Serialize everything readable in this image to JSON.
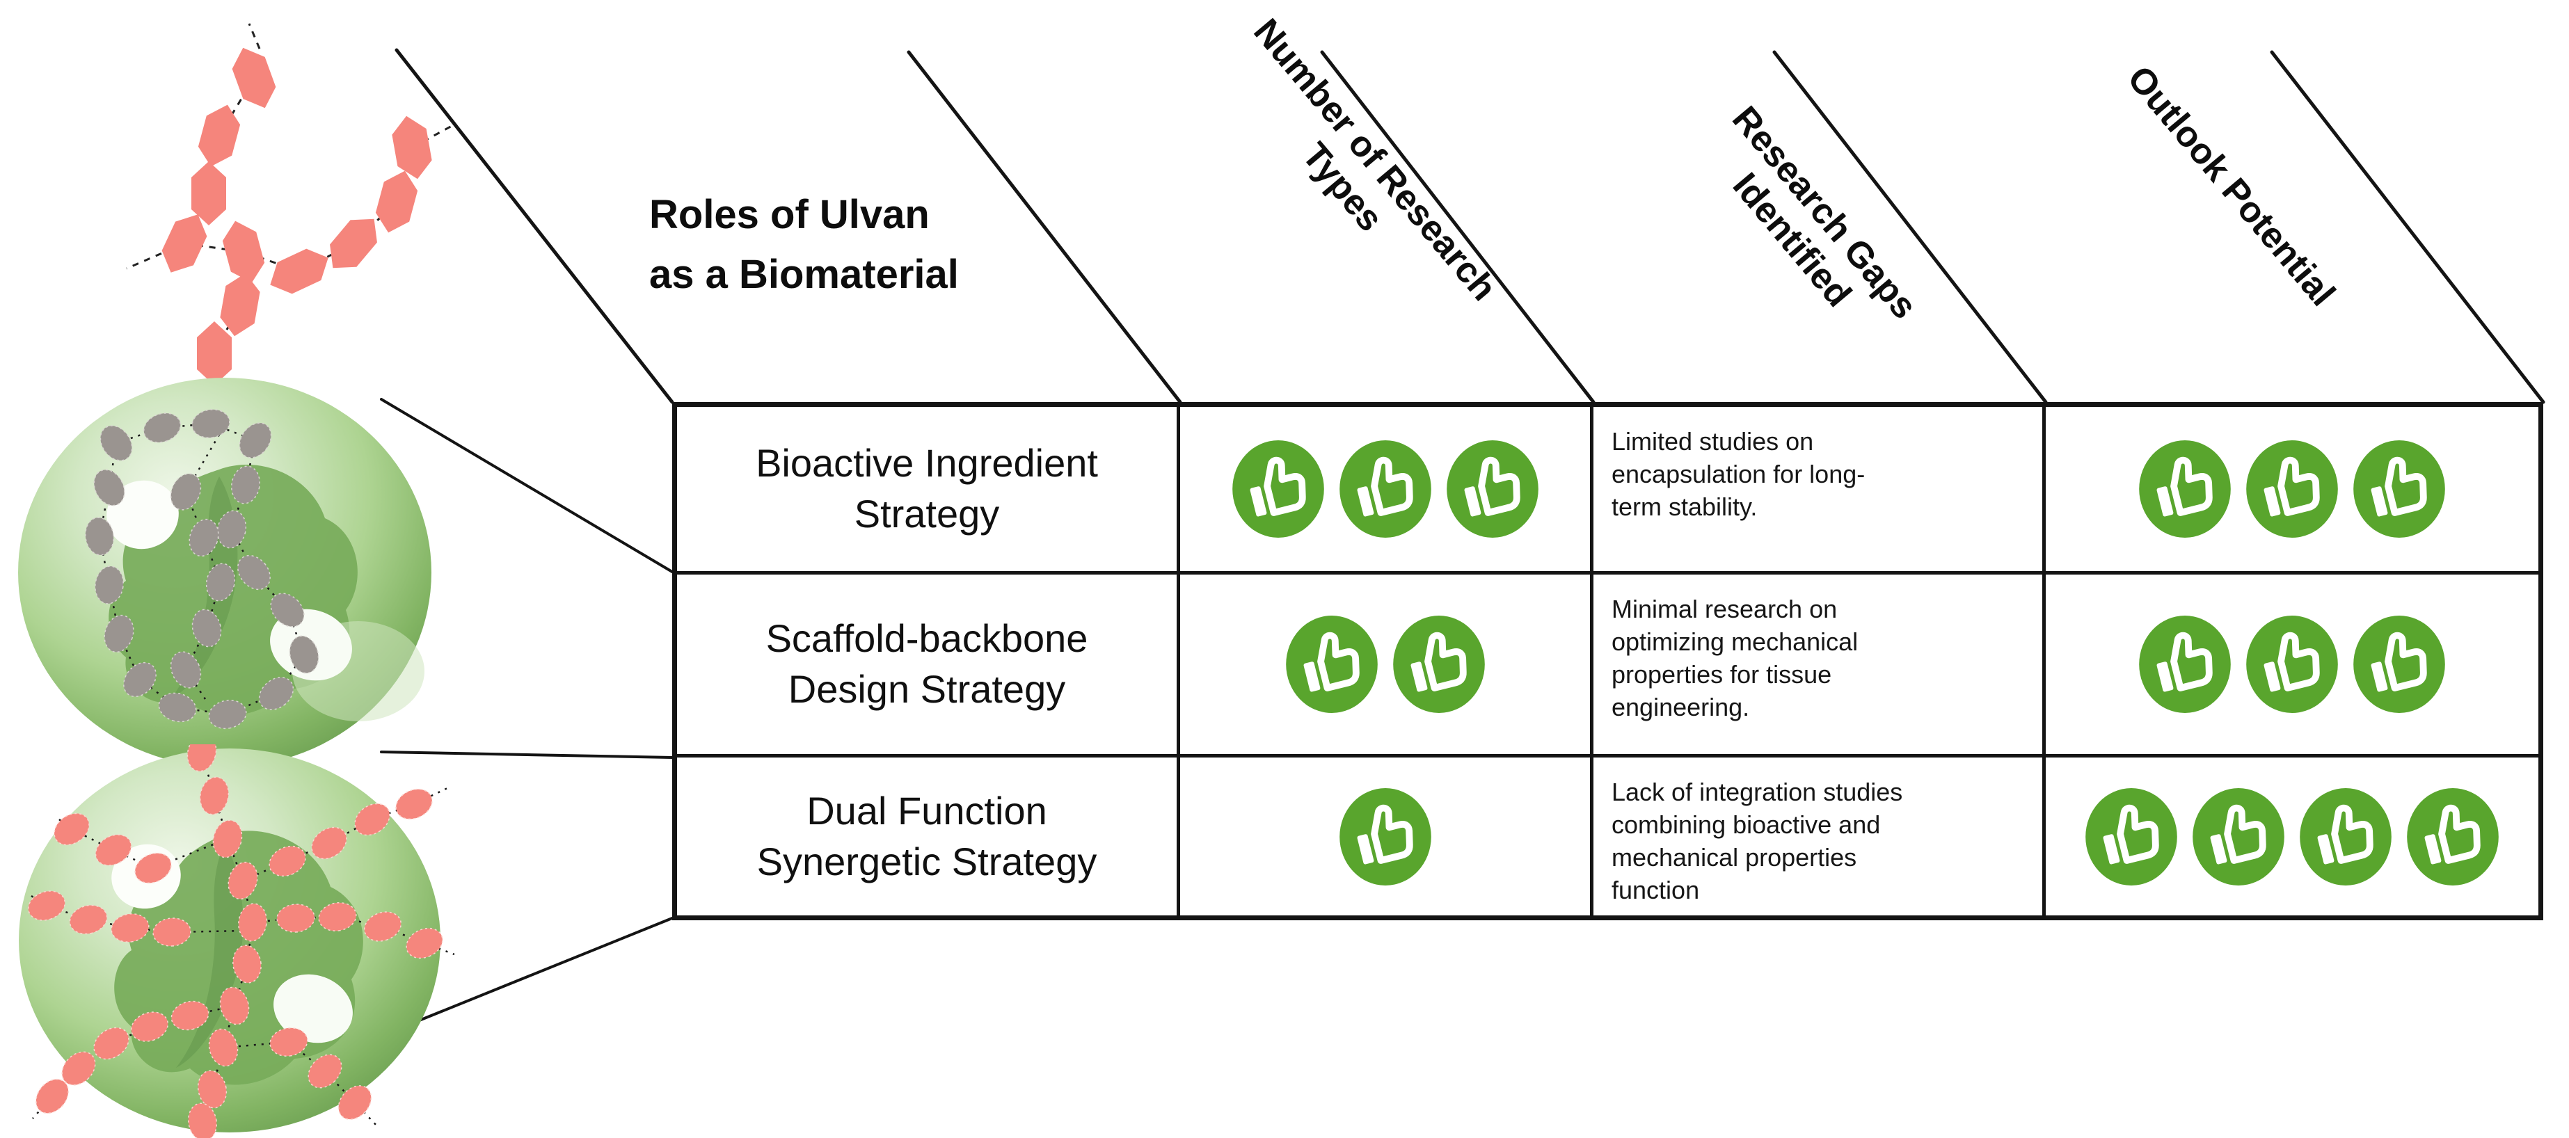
{
  "title": {
    "line1": "Roles of Ulvan",
    "line2": "as a Biomaterial"
  },
  "columns": {
    "research_types": {
      "line1": "Number of Research",
      "line2": "Types"
    },
    "research_gaps": {
      "line1": "Research Gaps",
      "line2": "Identified"
    },
    "outlook": {
      "line1": "Outlook Potential"
    }
  },
  "rows": [
    {
      "strategy_line1": "Bioactive Ingredient",
      "strategy_line2": "Strategy",
      "research_types_count": 3,
      "research_gap_lines": [
        "Limited studies on",
        "encapsulation for long-",
        "term stability."
      ],
      "outlook_count": 3
    },
    {
      "strategy_line1": "Scaffold-backbone",
      "strategy_line2": "Design Strategy",
      "research_types_count": 2,
      "research_gap_lines": [
        "Minimal research on",
        "optimizing mechanical",
        "properties for tissue",
        "engineering."
      ],
      "outlook_count": 3
    },
    {
      "strategy_line1": "Dual Function",
      "strategy_line2": "Synergetic Strategy",
      "research_types_count": 1,
      "research_gap_lines": [
        "Lack of integration studies",
        "combining bioactive and",
        "mechanical properties",
        "function"
      ],
      "outlook_count": 4
    }
  ],
  "icons": {
    "rating_icon": "thumbs-up-icon",
    "illustrations": [
      "ulvan-molecule-illustration",
      "hydrogel-sphere-gray-beads-illustration",
      "hydrogel-sphere-pink-beads-illustration"
    ]
  },
  "colors": {
    "thumb_green": "#59a52d",
    "bead_gray": "#9a9490",
    "bead_pink": "#f5867d",
    "sphere_green_mid": "#aed492",
    "line_black": "#141414"
  }
}
